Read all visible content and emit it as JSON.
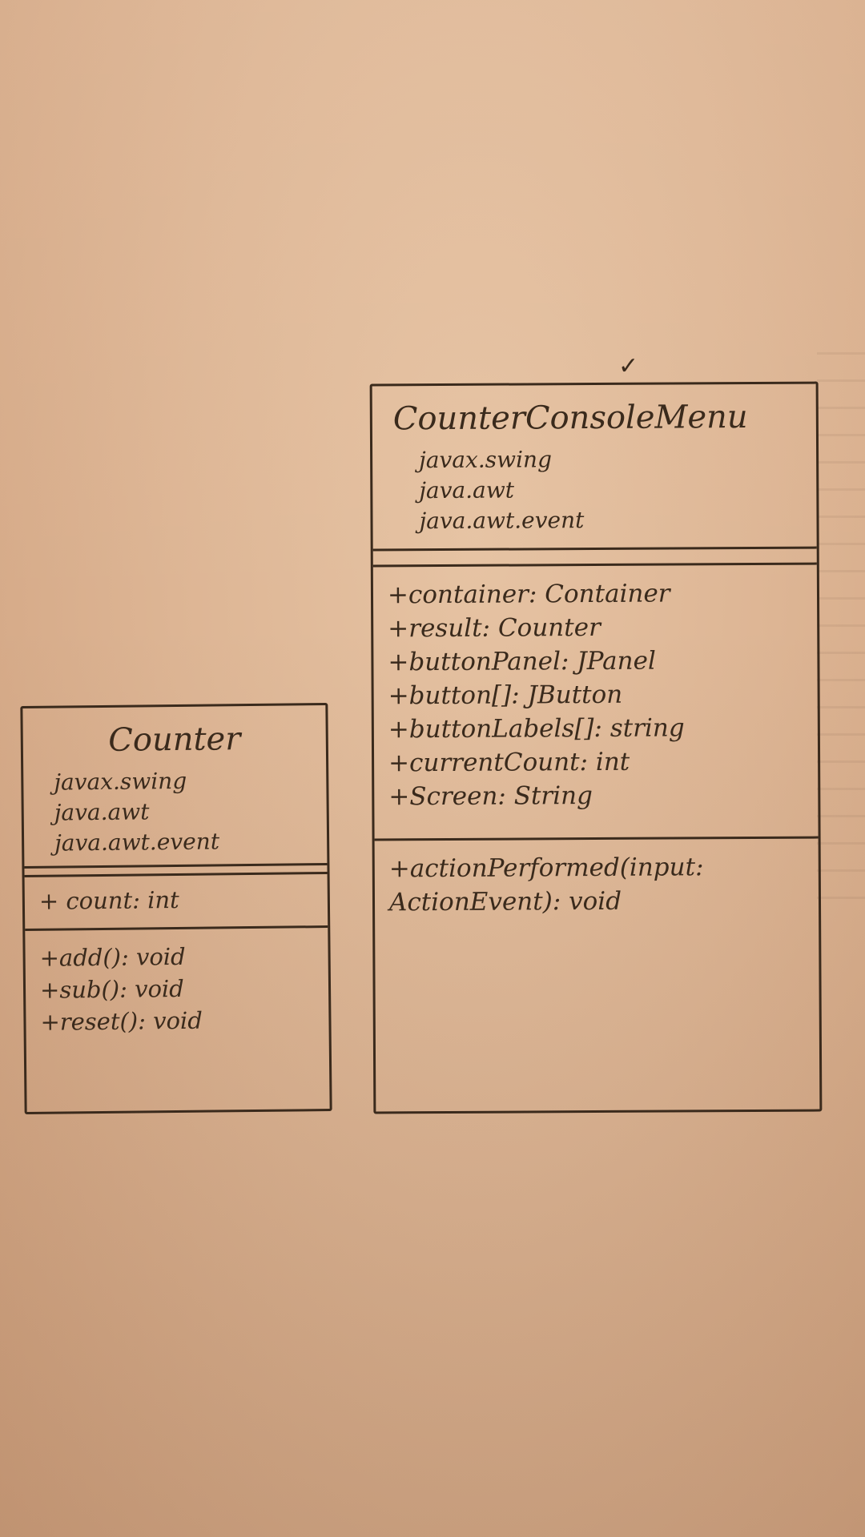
{
  "check_mark": "✓",
  "counter_class": {
    "name": "Counter",
    "packages": [
      "javax.swing",
      "java.awt",
      "java.awt.event"
    ],
    "attributes": [
      "+ count: int"
    ],
    "operations": [
      "+add(): void",
      "+sub(): void",
      "+reset(): void"
    ]
  },
  "console_class": {
    "name": "CounterConsoleMenu",
    "packages": [
      "javax.swing",
      "java.awt",
      "java.awt.event"
    ],
    "attributes": [
      "+container: Container",
      "+result: Counter",
      "+buttonPanel: JPanel",
      "+button[]: JButton",
      "+buttonLabels[]: string",
      "+currentCount: int",
      "+Screen: String"
    ],
    "operations": [
      "+actionPerformed(input:",
      "ActionEvent): void"
    ]
  },
  "colors": {
    "ink": "#3a2a1c",
    "paper": "#ddb594"
  }
}
